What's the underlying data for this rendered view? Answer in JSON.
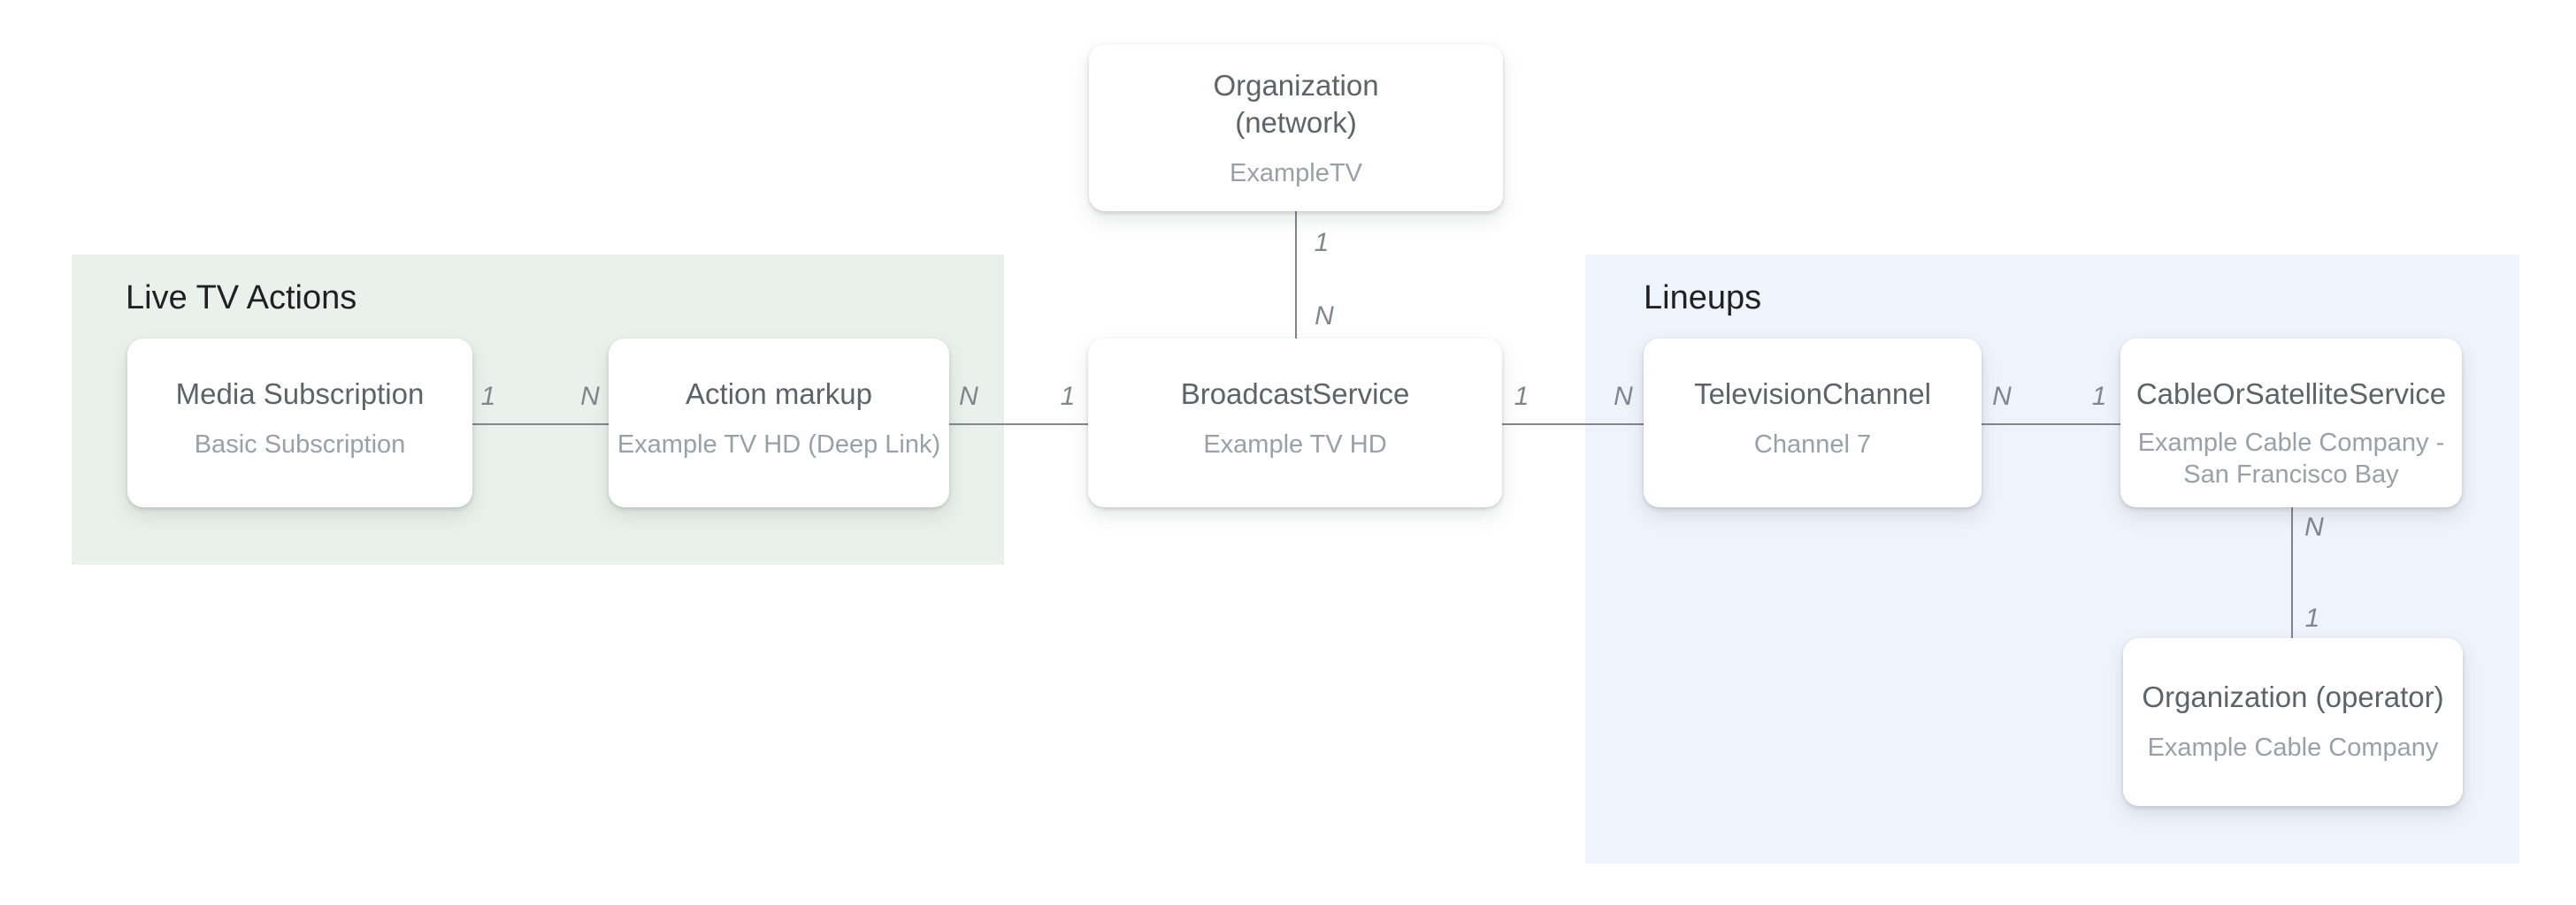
{
  "diagram": {
    "sections": [
      {
        "id": "live-tv-actions",
        "label": "Live TV Actions",
        "bg_color": "#EAF1EC"
      },
      {
        "id": "lineups",
        "label": "Lineups",
        "bg_color": "#EFF3FC"
      }
    ],
    "nodes": [
      {
        "id": "organization-network",
        "title_lines": [
          "Organization",
          "(network)"
        ],
        "subtitle_lines": [
          "ExampleTV"
        ]
      },
      {
        "id": "media-subscription",
        "title_lines": [
          "Media Subscription"
        ],
        "subtitle_lines": [
          "Basic Subscription"
        ]
      },
      {
        "id": "action-markup",
        "title_lines": [
          "Action markup"
        ],
        "subtitle_lines": [
          "Example TV HD (Deep Link)"
        ]
      },
      {
        "id": "broadcast-service",
        "title_lines": [
          "BroadcastService"
        ],
        "subtitle_lines": [
          "Example TV HD"
        ]
      },
      {
        "id": "television-channel",
        "title_lines": [
          "TelevisionChannel"
        ],
        "subtitle_lines": [
          "Channel 7"
        ]
      },
      {
        "id": "cable-or-satellite-service",
        "title_lines": [
          "CableOrSatelliteService"
        ],
        "subtitle_lines": [
          "Example Cable Company -",
          "San Francisco Bay"
        ]
      },
      {
        "id": "organization-operator",
        "title_lines": [
          "Organization (operator)"
        ],
        "subtitle_lines": [
          "Example Cable Company"
        ]
      }
    ],
    "cardinalities": [
      {
        "edge": "organization-network--broadcast-service",
        "end": "network-side",
        "text": "1"
      },
      {
        "edge": "organization-network--broadcast-service",
        "end": "broadcast-side",
        "text": "N"
      },
      {
        "edge": "media-subscription--action-markup",
        "end": "media-subscription-side",
        "text": "1"
      },
      {
        "edge": "media-subscription--action-markup",
        "end": "action-markup-side",
        "text": "N"
      },
      {
        "edge": "action-markup--broadcast-service",
        "end": "action-markup-side",
        "text": "N"
      },
      {
        "edge": "action-markup--broadcast-service",
        "end": "broadcast-side",
        "text": "1"
      },
      {
        "edge": "broadcast-service--television-channel",
        "end": "broadcast-side",
        "text": "1"
      },
      {
        "edge": "broadcast-service--television-channel",
        "end": "channel-side",
        "text": "N"
      },
      {
        "edge": "television-channel--cable-or-satellite-service",
        "end": "channel-side",
        "text": "N"
      },
      {
        "edge": "television-channel--cable-or-satellite-service",
        "end": "cable-side",
        "text": "1"
      },
      {
        "edge": "cable-or-satellite-service--organization-operator",
        "end": "cable-side",
        "text": "N"
      },
      {
        "edge": "cable-or-satellite-service--organization-operator",
        "end": "operator-side",
        "text": "1"
      }
    ],
    "colors": {
      "page_background": "#FFFFFF",
      "live_tv_actions_bg": "#EAF1EC",
      "lineups_bg": "#EFF3FC",
      "node_bg": "#FFFFFF",
      "node_title": "#5F6368",
      "node_subtitle": "#9AA0A6",
      "section_title": "#202124",
      "connector": "#80868B",
      "cardinality_label": "#80868B"
    }
  }
}
